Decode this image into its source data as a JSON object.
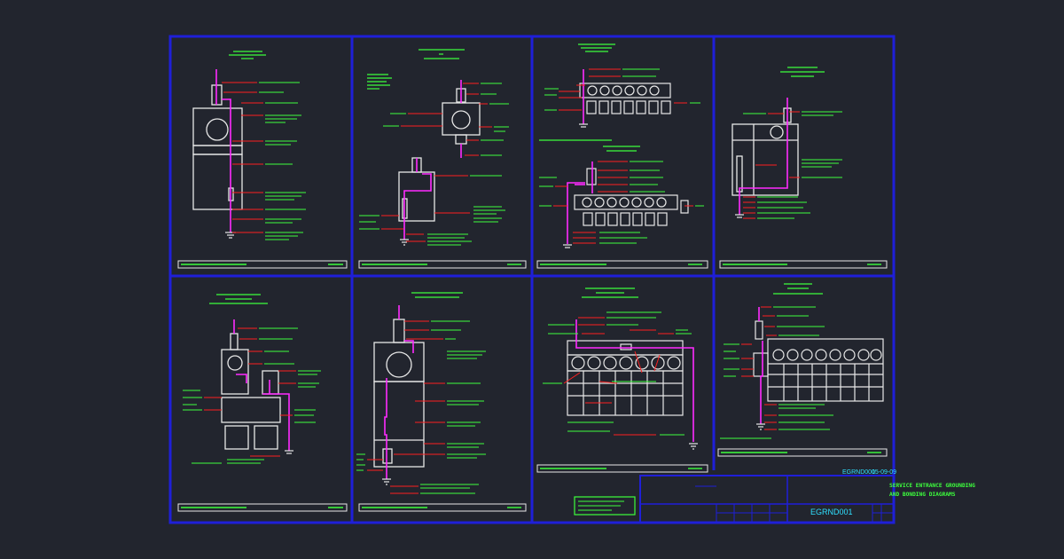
{
  "drawing": {
    "number_stamp": "EGRND001",
    "date_stamp": "05-09-09",
    "title_line_1": "SERVICE ENTRANCE GROUNDING",
    "title_line_2": "AND BONDING DIAGRAMS",
    "title_block_number": "EGRND001"
  },
  "colors": {
    "background": "#22252e",
    "border_blue": "#1f1fd8",
    "equipment_white": "#e8e8e8",
    "conductor_magenta": "#ff2bff",
    "leader_red": "#ff2020",
    "text_green": "#3dff3d",
    "title_cyan": "#2fe0ff"
  },
  "panels": [
    {
      "id": "p1"
    },
    {
      "id": "p2"
    },
    {
      "id": "p3"
    },
    {
      "id": "p4"
    },
    {
      "id": "p5"
    },
    {
      "id": "p6"
    },
    {
      "id": "p7"
    },
    {
      "id": "p8"
    }
  ]
}
